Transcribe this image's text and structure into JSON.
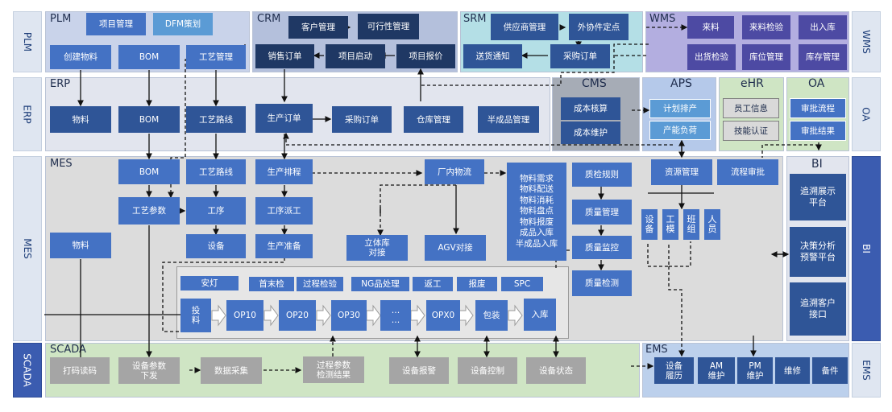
{
  "side_labels": {
    "left": [
      "PLM",
      "ERP",
      "MES",
      "SCADA"
    ],
    "right": [
      "WMS",
      "OA",
      "BI",
      "EMS"
    ]
  },
  "sections": {
    "plm": "PLM",
    "crm": "CRM",
    "srm": "SRM",
    "wms": "WMS",
    "erp": "ERP",
    "cms": "CMS",
    "aps": "APS",
    "ehr": "eHR",
    "oa": "OA",
    "mes": "MES",
    "bi": "BI",
    "scada": "SCADA",
    "ems": "EMS"
  },
  "plm": {
    "project_mgmt": "项目管理",
    "dfm": "DFM策划",
    "create_material": "创建物料",
    "bom": "BOM",
    "process_mgmt": "工艺管理"
  },
  "crm": {
    "customer_mgmt": "客户管理",
    "feasibility": "可行性管理",
    "sales_order": "销售订单",
    "project_start": "项目启动",
    "project_quote": "项目报价"
  },
  "srm": {
    "supplier_mgmt": "供应商管理",
    "outsourcing": "外协件定点",
    "delivery_notice": "送货通知",
    "purchase_order": "采购订单"
  },
  "wms": {
    "incoming": "来料",
    "incoming_inspection": "来料检验",
    "in_out": "出入库",
    "shipping_inspection": "出货检验",
    "location_mgmt": "库位管理",
    "inventory_mgmt": "库存管理"
  },
  "erp": {
    "material": "物料",
    "bom": "BOM",
    "route": "工艺路线",
    "prod_order": "生产订单",
    "purchase_order": "采购订单",
    "warehouse": "仓库管理",
    "semi_finished": "半成品管理"
  },
  "cms": {
    "cost_accounting": "成本核算",
    "cost_maintenance": "成本维护"
  },
  "aps": {
    "planning": "计划排产",
    "capacity_load": "产能负荷"
  },
  "ehr": {
    "employee_info": "员工信息",
    "skill_cert": "技能认证"
  },
  "oa": {
    "approval_flow": "审批流程",
    "approval_result": "审批结果"
  },
  "mes": {
    "bom": "BOM",
    "route": "工艺路线",
    "scheduling": "生产排程",
    "logistics": "厂内物流",
    "material_list": "物料需求\n物料配送\n物料消耗\n物料盘点\n物料报废\n成品入库\n半成品入库",
    "qc_rules": "质检规则",
    "resource_mgmt": "资源管理",
    "flow_approval": "流程审批",
    "process_params": "工艺参数",
    "operation": "工序",
    "dispatch": "工序派工",
    "quality_mgmt": "质量管理",
    "equipment_v": "设\n备",
    "mold_v": "工\n模",
    "team_v": "班\n组",
    "person_v": "人\n员",
    "material": "物料",
    "equipment": "设备",
    "prod_prep": "生产准备",
    "stereo_dock": "立体库\n对接",
    "agv_dock": "AGV对接",
    "quality_monitor": "质量监控",
    "andon": "安灯",
    "first_check": "首末检",
    "process_check": "过程检验",
    "ng_handle": "NG品处理",
    "rework": "返工",
    "scrap": "报废",
    "spc": "SPC",
    "quality_inspect": "质量检测",
    "feed": "投\n料",
    "op10": "OP10",
    "op20": "OP20",
    "op30": "OP30",
    "ellipsis": "…\n…",
    "opx0": "OPX0",
    "package": "包装",
    "storage": "入库"
  },
  "bi": {
    "trace_display": "追溯展示\n平台",
    "decision": "决策分析\n预警平台",
    "trace_customer": "追溯客户\n接口"
  },
  "scada": {
    "barcode": "打码读码",
    "param_issue": "设备参数\n下发",
    "data_collect": "数据采集",
    "param_result": "过程参数\n检测结果",
    "alarm": "设备报警",
    "control": "设备控制",
    "status": "设备状态"
  },
  "ems": {
    "history": "设备\n履历",
    "am": "AM\n维护",
    "pm": "PM\n维护",
    "repair": "维修",
    "spares": "备件"
  }
}
